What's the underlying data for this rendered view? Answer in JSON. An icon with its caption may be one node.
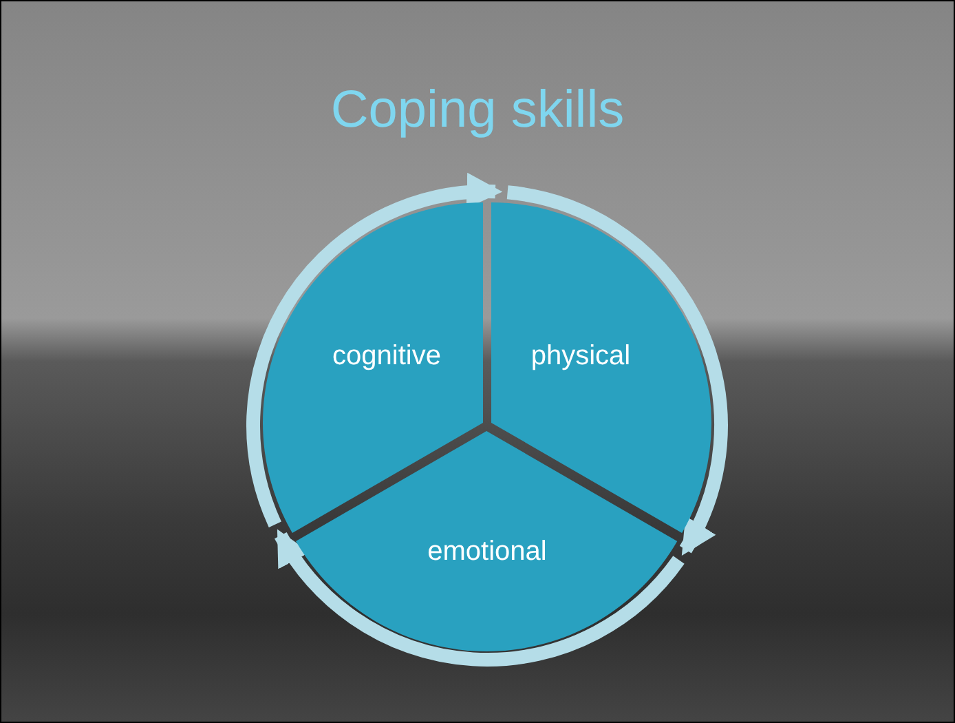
{
  "diagram": {
    "title": "Coping skills",
    "nodes": [
      {
        "text": [
          "cognitive"
        ]
      },
      {
        "text": [
          "physical"
        ]
      },
      {
        "text": [
          "emotional"
        ]
      }
    ],
    "edges": [
      {
        "from": 0,
        "to": 1,
        "arrow": "to"
      },
      {
        "from": 1,
        "to": 2,
        "arrow": "to"
      },
      {
        "from": 2,
        "to": 0,
        "arrow": "to"
      }
    ]
  }
}
